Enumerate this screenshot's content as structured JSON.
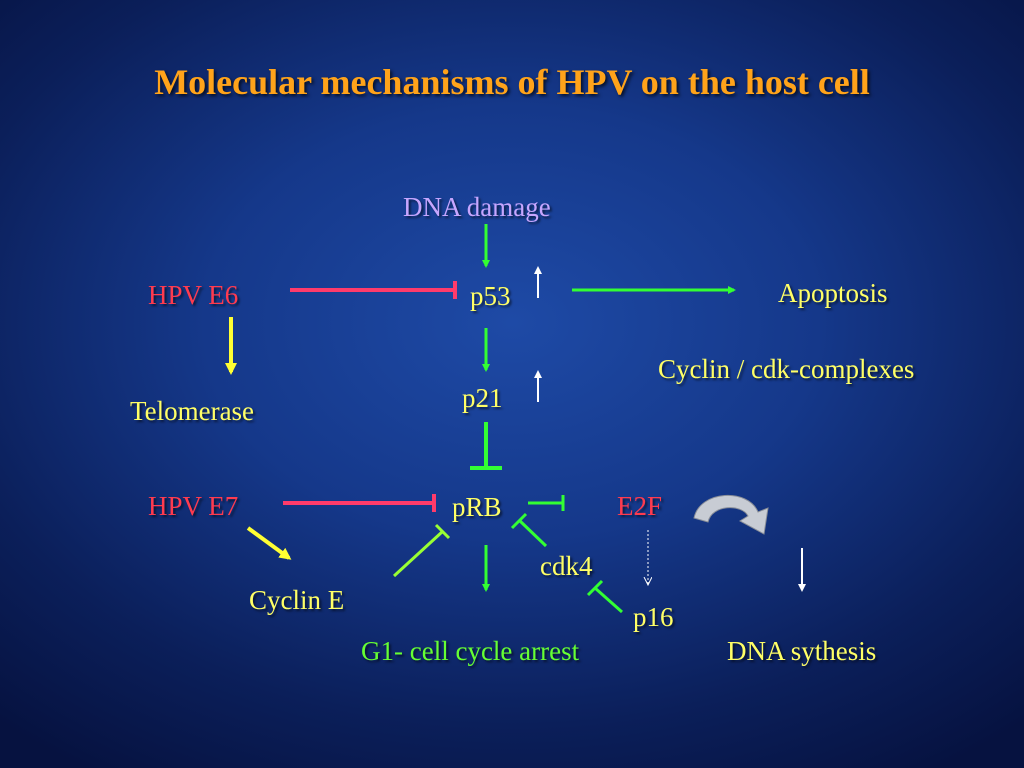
{
  "title": "Molecular mechanisms of HPV on the host cell",
  "colors": {
    "title": "#ffa31a",
    "dna_damage": "#c7a6ff",
    "viral": "#ff3b4f",
    "cellular": "#ffff66",
    "apoptosis": "#ffff66",
    "arrest": "#66ff33",
    "inhibit_red": "#ff3b6b",
    "arrow_green": "#33ff33",
    "arrow_yellow": "#ffff33",
    "arrow_white": "#ffffff",
    "lime": "#99ff33",
    "curved_arrow": "#c8ccd4"
  },
  "nodes": {
    "dna_damage": "DNA damage",
    "hpv_e6": "HPV E6",
    "p53": "p53",
    "apoptosis": "Apoptosis",
    "cyclin_cdk": "Cyclin / cdk-complexes",
    "telomerase": "Telomerase",
    "p21": "p21",
    "hpv_e7": "HPV E7",
    "prb": "pRB",
    "e2f": "E2F",
    "cdk4": "cdk4",
    "cyclin_e": "Cyclin E",
    "p16": "p16",
    "g1_arrest": "G1- cell cycle arrest",
    "dna_synthesis": "DNA sythesis"
  },
  "edges": [
    {
      "from": "DNA damage",
      "to": "p53",
      "type": "activation",
      "color": "green"
    },
    {
      "from": "HPV E6",
      "to": "p53",
      "type": "inhibition",
      "color": "red"
    },
    {
      "from": "p53",
      "to": "Apoptosis",
      "type": "activation",
      "color": "green"
    },
    {
      "from": "p53",
      "to": "p21",
      "type": "activation",
      "color": "green"
    },
    {
      "from": "HPV E6",
      "to": "Telomerase",
      "type": "activation",
      "color": "yellow"
    },
    {
      "from": "p21",
      "to": "pRB",
      "type": "inhibition",
      "color": "green"
    },
    {
      "from": "HPV E7",
      "to": "pRB",
      "type": "inhibition",
      "color": "red"
    },
    {
      "from": "HPV E7",
      "to": "Cyclin E",
      "type": "activation",
      "color": "yellow"
    },
    {
      "from": "Cyclin E",
      "to": "pRB",
      "type": "inhibition",
      "color": "lime"
    },
    {
      "from": "pRB",
      "to": "E2F",
      "type": "inhibition",
      "color": "green"
    },
    {
      "from": "cdk4",
      "to": "pRB",
      "type": "inhibition",
      "color": "green"
    },
    {
      "from": "p16",
      "to": "cdk4",
      "type": "inhibition",
      "color": "green"
    },
    {
      "from": "pRB",
      "to": "G1- cell cycle arrest",
      "type": "activation",
      "color": "green"
    },
    {
      "from": "E2F",
      "to": "p16",
      "type": "activation",
      "color": "white-dotted"
    },
    {
      "from": "E2F",
      "to": "DNA sythesis",
      "type": "activation",
      "color": "white"
    }
  ],
  "indicators": {
    "p53_up": "up-arrow",
    "p21_up": "up-arrow"
  }
}
